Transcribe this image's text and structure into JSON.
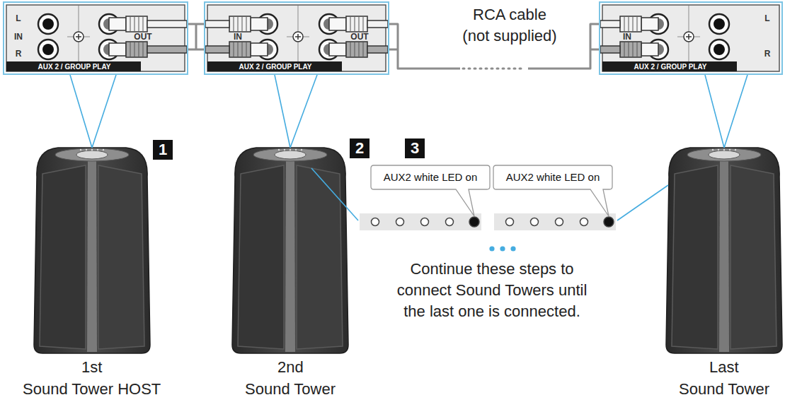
{
  "diagram": {
    "nodes": [
      {
        "text": [
          "L",
          "IN",
          "R",
          "OUT",
          "AUX 2 / GROUP PLAY"
        ]
      },
      {
        "text": [
          "IN",
          "OUT",
          "AUX 2 / GROUP PLAY"
        ]
      },
      {
        "text": [
          "IN",
          "L",
          "R",
          "AUX 2 / GROUP PLAY"
        ]
      },
      {
        "text": [
          "AUX2 white LED on"
        ]
      },
      {
        "text": [
          "AUX2 white LED on"
        ]
      }
    ],
    "edges": [
      {
        "from": 0,
        "to": 1,
        "arrow": "none"
      },
      {
        "from": 1,
        "to": 2,
        "arrow": "none"
      }
    ],
    "labels": [
      "RCA cable (not supplied)",
      "1",
      "2",
      "3",
      "Continue these steps to connect Sound Towers until the last one is connected.",
      "1st",
      "Sound Tower HOST",
      "2nd",
      "Sound Tower",
      "Last",
      "Sound Tower"
    ]
  }
}
